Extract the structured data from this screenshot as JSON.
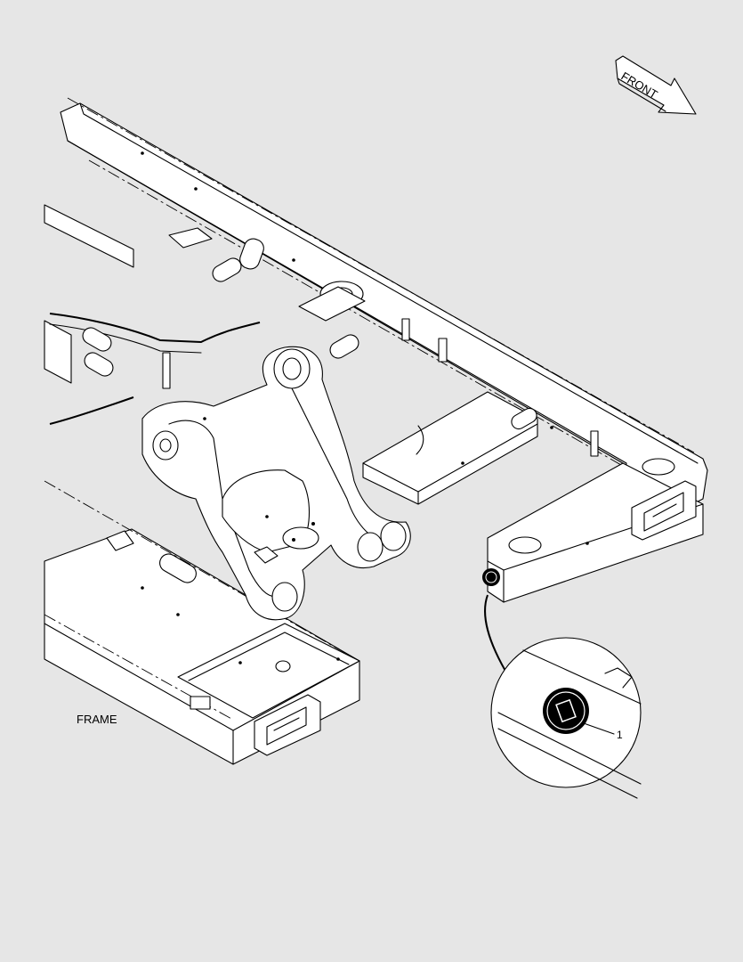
{
  "diagram": {
    "front_arrow_text": "FRONT",
    "frame_label": "FRAME",
    "callout_number": "1"
  },
  "colors": {
    "background": "#e6e6e6",
    "line": "#000000",
    "part_fill": "#ffffff"
  },
  "icons": [
    "front-direction-arrow-icon",
    "compliance-decal-icon"
  ]
}
